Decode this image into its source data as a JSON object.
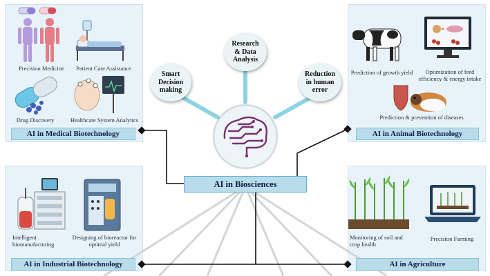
{
  "center": {
    "title": "AI in Biosciences"
  },
  "bubbles": [
    {
      "text": "Smart\nDecision\nmaking"
    },
    {
      "text": "Research\n& Data\nAnalysis"
    },
    {
      "text": "Reduction\nin human\nerror"
    }
  ],
  "medical": {
    "caption": "AI in Medical Biotechnology",
    "items": [
      "Precision Medicine",
      "Patient Care Assistance",
      "Drug Discovery",
      "Healthcare System Analytics"
    ]
  },
  "animal": {
    "caption": "AI in Animal Biotechnology",
    "items": [
      "Prediction of growth yield",
      "Optimization of feed efficiency & energy intake",
      "Prediction & prevention of diseases"
    ]
  },
  "industrial": {
    "caption": "AI in Industrial Biotechnology",
    "items": [
      "Intelligent biomanufacturing",
      "Designing of bioreactor for optimal yield"
    ]
  },
  "agriculture": {
    "caption": "AI in Agriculture",
    "items": [
      "Monitoring of soil and crop health",
      "Precision Farming"
    ]
  }
}
